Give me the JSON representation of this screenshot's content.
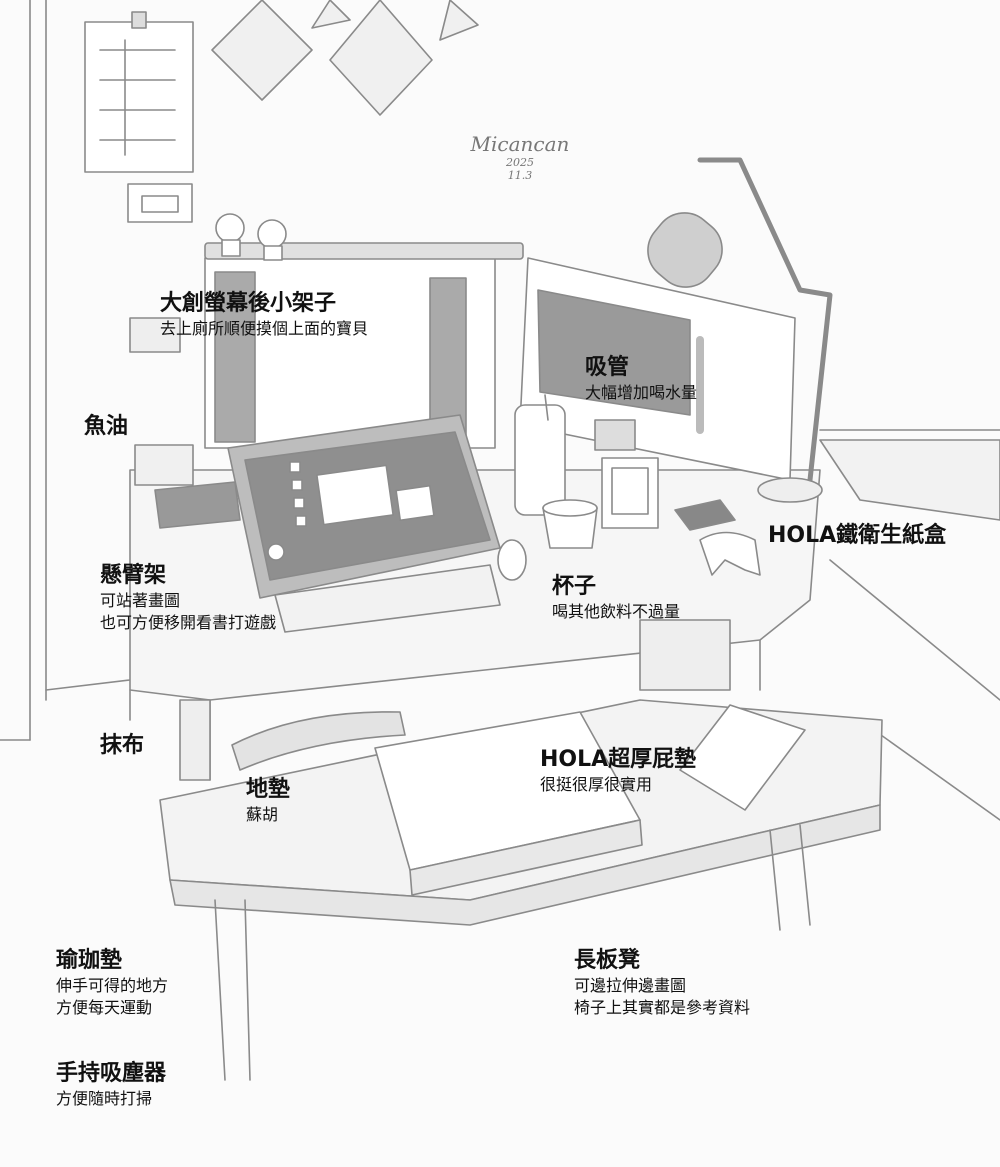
{
  "signature": {
    "name": "Micancan",
    "year": "2025",
    "date": "11.3"
  },
  "labels": {
    "monitor_shelf": {
      "title": "大創螢幕後小架子",
      "lines": [
        "去上廁所順便摸個上面的寶貝"
      ]
    },
    "fish_oil": {
      "title": "魚油",
      "lines": []
    },
    "straw": {
      "title": "吸管",
      "lines": [
        "大幅增加喝水量"
      ]
    },
    "tissue_box": {
      "title": "HOLA鐵衛生紙盒",
      "lines": []
    },
    "arm_stand": {
      "title": "懸臂架",
      "lines": [
        "可站著畫圖",
        "也可方便移開看書打遊戲"
      ]
    },
    "cup": {
      "title": "杯子",
      "lines": [
        "喝其他飲料不過量"
      ]
    },
    "rag": {
      "title": "抹布",
      "lines": []
    },
    "cushion": {
      "title": "HOLA超厚屁墊",
      "lines": [
        "很挺很厚很實用"
      ]
    },
    "floor_mat": {
      "title": "地墊",
      "lines": [
        "蘇胡"
      ]
    },
    "yoga_mat": {
      "title": "瑜珈墊",
      "lines": [
        "伸手可得的地方",
        "方便每天運動"
      ]
    },
    "bench": {
      "title": "長板凳",
      "lines": [
        "可邊拉伸邊畫圖",
        "椅子上其實都是參考資料"
      ]
    },
    "vacuum": {
      "title": "手持吸塵器",
      "lines": [
        "方便隨時打掃"
      ]
    }
  }
}
